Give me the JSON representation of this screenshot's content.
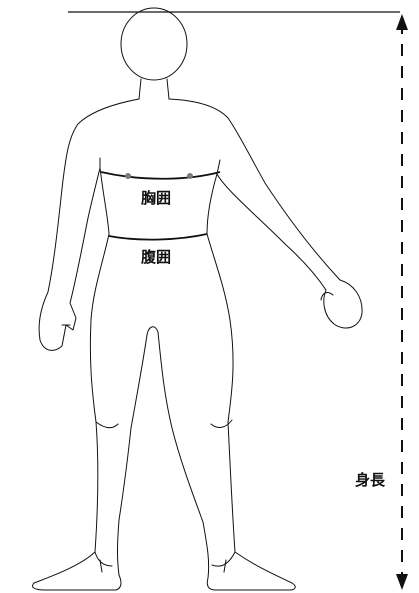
{
  "labels": {
    "chest": "胸囲",
    "waist": "腹囲",
    "height": "身長"
  },
  "colors": {
    "stroke": "#111111",
    "marker": "#7a7a7a"
  },
  "icons": {
    "arrow_top": "arrow-up-icon",
    "arrow_bottom": "arrow-down-icon"
  }
}
